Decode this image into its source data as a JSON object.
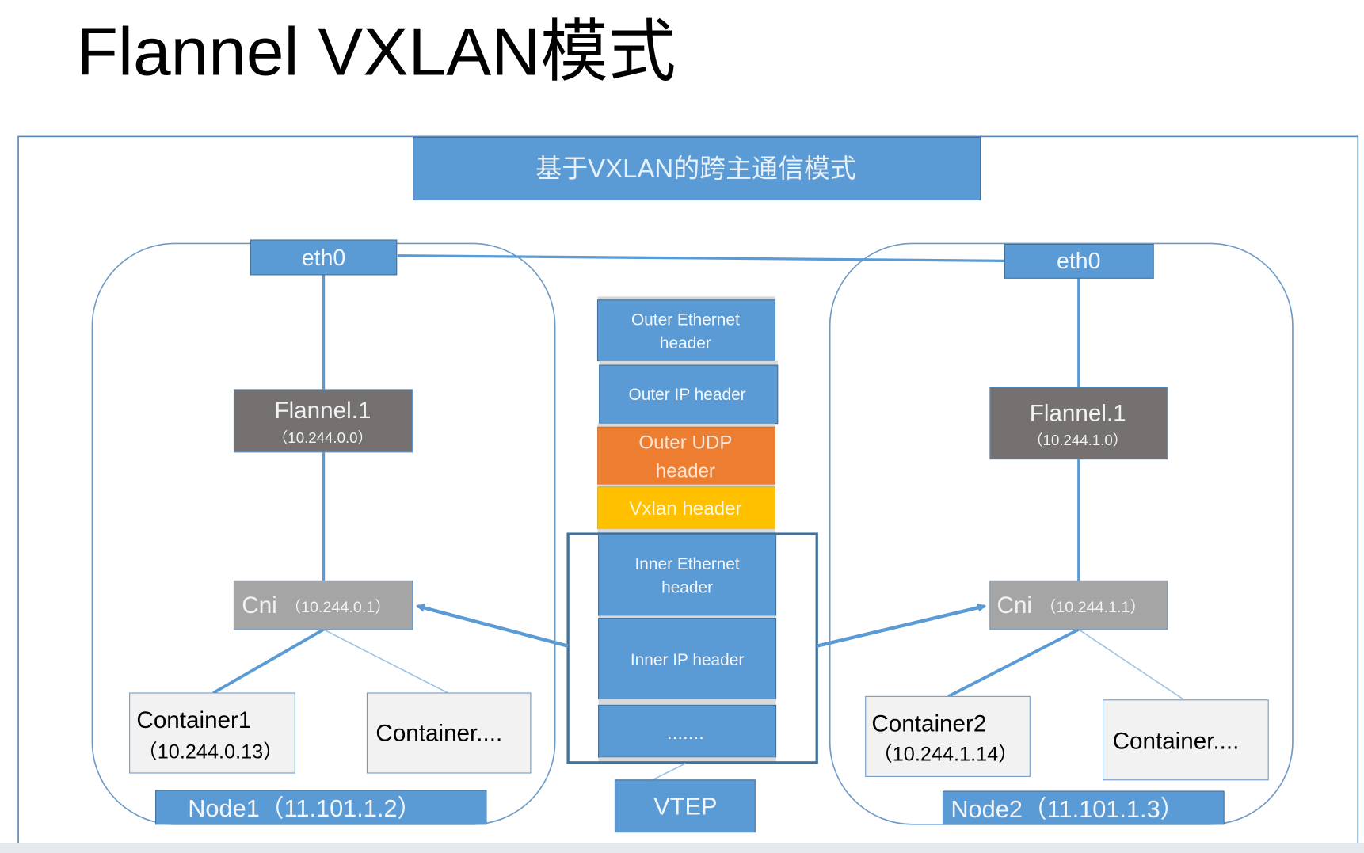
{
  "slide": {
    "title": "Flannel VXLAN模式"
  },
  "diagram": {
    "banner": "基于VXLAN的跨主通信模式",
    "colors": {
      "blue": "#5b9bd5",
      "blue_border": "#41719c",
      "dark_gray": "#767171",
      "gray": "#a5a5a5",
      "light_box": "#f2f2f2",
      "orange": "#ed7d31",
      "yellow": "#ffc000",
      "line": "#5b9bd5",
      "node_outline": "#6f9ac6",
      "frame": "#5a87b5"
    },
    "node1": {
      "eth": "eth0",
      "flannel_name": "Flannel.1",
      "flannel_ip": "（10.244.0.0）",
      "cni_name": "Cni",
      "cni_ip": "（10.244.0.1）",
      "container1_name": "Container1",
      "container1_ip": "（10.244.0.13）",
      "container_more": "Container....",
      "label": "Node1（11.101.1.2）"
    },
    "node2": {
      "eth": "eth0",
      "flannel_name": "Flannel.1",
      "flannel_ip": "（10.244.1.0）",
      "cni_name": "Cni",
      "cni_ip": "（10.244.1.1）",
      "container1_name": "Container2",
      "container1_ip": "（10.244.1.14）",
      "container_more": "Container....",
      "label": "Node2（11.101.1.3）"
    },
    "packet": {
      "outer_eth_line1": "Outer Ethernet",
      "outer_eth_line2": "header",
      "outer_ip": "Outer IP header",
      "outer_udp_line1": "Outer UDP",
      "outer_udp_line2": "header",
      "vxlan": "Vxlan header",
      "inner_eth_line1": "Inner  Ethernet",
      "inner_eth_line2": "header",
      "inner_ip": "Inner  IP header",
      "payload": ".......",
      "vtep": "VTEP"
    }
  }
}
